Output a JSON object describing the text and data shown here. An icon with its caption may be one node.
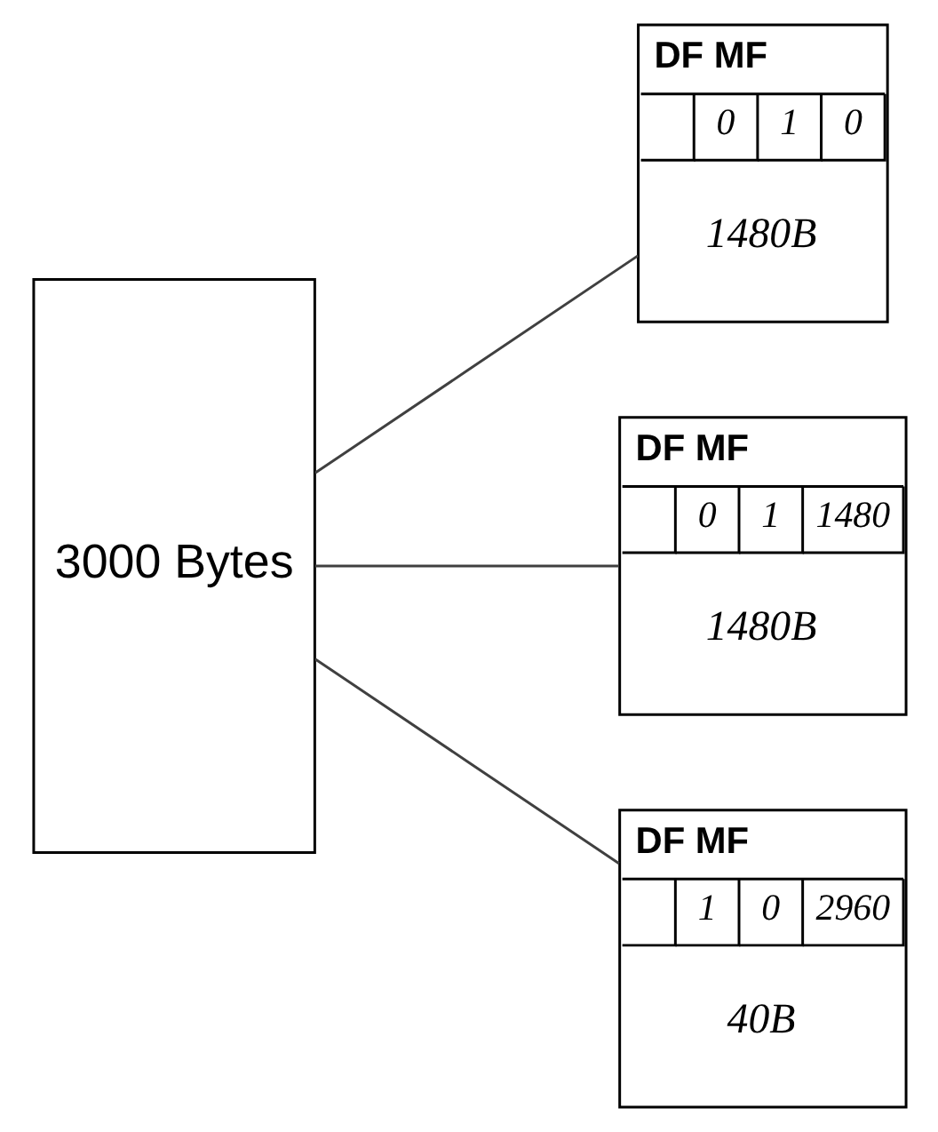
{
  "diagram": {
    "nodes": [
      {
        "text": [
          "3000 Bytes"
        ]
      },
      {
        "text": [
          "DF MF",
          "0",
          "1",
          "0",
          "1480B"
        ]
      },
      {
        "text": [
          "DF MF",
          "0",
          "1",
          "1480",
          "1480B"
        ]
      },
      {
        "text": [
          "DF MF",
          "1",
          "0",
          "2960",
          "40B"
        ]
      }
    ],
    "edges": [
      {
        "from": 0,
        "to": 1,
        "arrow": "none"
      },
      {
        "from": 0,
        "to": 2,
        "arrow": "none"
      },
      {
        "from": 0,
        "to": 3,
        "arrow": "none"
      }
    ]
  }
}
